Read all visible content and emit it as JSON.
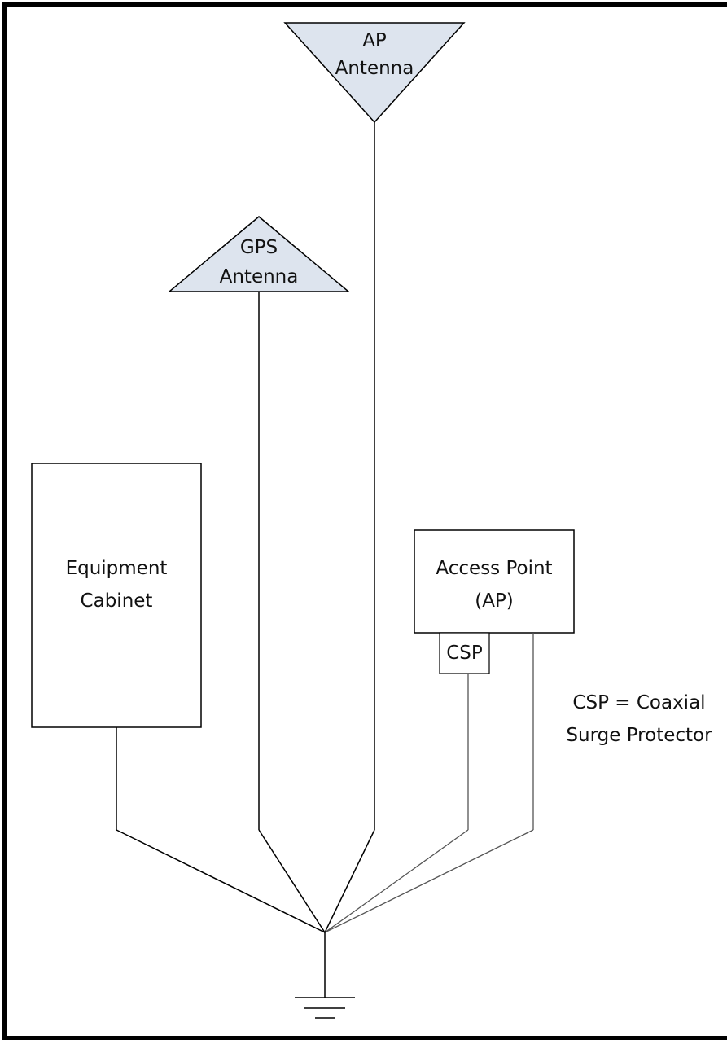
{
  "ap_antenna": {
    "line1": "AP",
    "line2": "Antenna"
  },
  "gps_antenna": {
    "line1": "GPS",
    "line2": "Antenna"
  },
  "equipment_cabinet": {
    "line1": "Equipment",
    "line2": "Cabinet"
  },
  "access_point": {
    "line1": "Access Point",
    "line2": "(AP)"
  },
  "csp_box": {
    "label": "CSP"
  },
  "legend": {
    "line1": "CSP = Coaxial",
    "line2": "Surge Protector"
  },
  "colors": {
    "antenna_fill": "#dde4ee",
    "stroke": "#000000",
    "background": "#ffffff"
  }
}
